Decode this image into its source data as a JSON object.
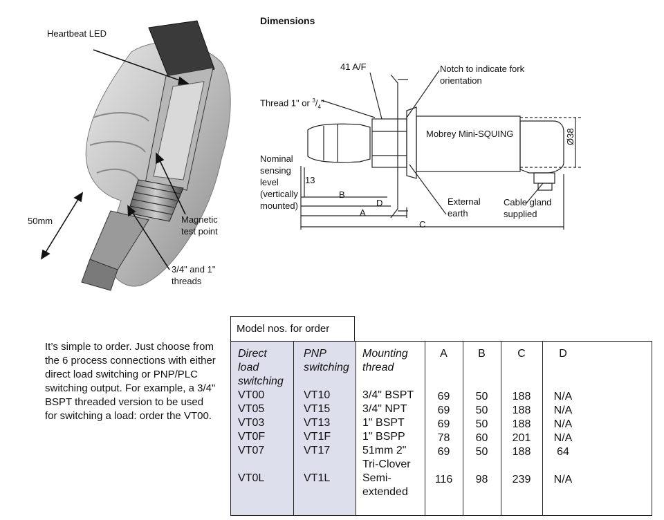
{
  "photo": {
    "heartbeat_led": "Heartbeat LED",
    "magnetic_test_point": [
      "Magnetic",
      "test point"
    ],
    "threads": [
      "3/4\" and 1\"",
      "threads"
    ],
    "length": "50mm"
  },
  "dimensions": {
    "title": "Dimensions",
    "across_flats": "41 A/F",
    "notch": [
      "Notch to indicate fork",
      "orientation"
    ],
    "thread": "Thread 1\" or ",
    "thread_frac_num": "3",
    "thread_frac_den": "4",
    "thread_tail": "\"",
    "nominal": [
      "Nominal",
      "sensing",
      "level",
      "(vertically",
      "mounted)"
    ],
    "dim_13": "13",
    "product_name": "Mobrey Mini-SQUING",
    "diameter": "Ø38",
    "external_earth": [
      "External",
      "earth"
    ],
    "cable_gland": [
      "Cable gland",
      "supplied"
    ],
    "dim_a": "A",
    "dim_b": "B",
    "dim_c": "C",
    "dim_d": "D"
  },
  "intro_text": "It’s simple to order. Just choose from the 6 process connections with either direct load switching or PNP/PLC switching output. For example, a 3/4\" BSPT threaded version to be used for switching a load:  order the VT00.",
  "table": {
    "header": "Model nos. for order",
    "columns": {
      "direct": [
        "Direct",
        "load",
        "switching"
      ],
      "pnp": [
        "PNP",
        "switching"
      ],
      "mounting": [
        "Mounting",
        "thread"
      ],
      "a": "A",
      "b": "B",
      "c": "C",
      "d": "D"
    },
    "rows": [
      {
        "direct": "VT00",
        "pnp": "VT10",
        "mount": [
          "3/4\" BSPT"
        ],
        "a": "69",
        "b": "50",
        "c": "188",
        "d": "N/A"
      },
      {
        "direct": "VT05",
        "pnp": "VT15",
        "mount": [
          "3/4\" NPT"
        ],
        "a": "69",
        "b": "50",
        "c": "188",
        "d": "N/A"
      },
      {
        "direct": "VT03",
        "pnp": "VT13",
        "mount": [
          "1\" BSPT"
        ],
        "a": "69",
        "b": "50",
        "c": "188",
        "d": "N/A"
      },
      {
        "direct": "VT0F",
        "pnp": "VT1F",
        "mount": [
          "1\" BSPP"
        ],
        "a": "78",
        "b": "60",
        "c": "201",
        "d": "N/A"
      },
      {
        "direct": "VT07",
        "pnp": "VT17",
        "mount": [
          "51mm 2\"",
          "Tri-Clover"
        ],
        "a": "69",
        "b": "50",
        "c": "188",
        "d": "64"
      },
      {
        "direct": "VT0L",
        "pnp": "VT1L",
        "mount": [
          "Semi-",
          "extended"
        ],
        "a": "116",
        "b": "98",
        "c": "239",
        "d": "N/A"
      }
    ]
  },
  "colors": {
    "shade": "#dde0ec",
    "line": "#222222"
  },
  "icons": [
    "hand-holding-sensor-photo"
  ]
}
